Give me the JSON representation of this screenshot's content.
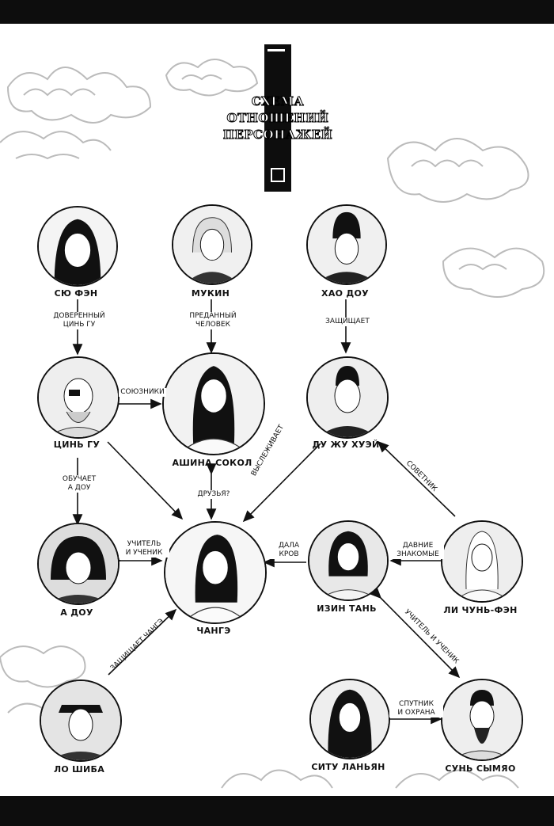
{
  "diagram": {
    "title_line1": "СХЕМА ОТНОШЕНИЙ",
    "title_line2": "ПЕРСОНАЖЕЙ",
    "characters": {
      "xu_feng": "СЮ ФЭН",
      "mukin": "МУКИН",
      "hao_dou": "ХАО ДОУ",
      "qin_gu": "ЦИНЬ ГУ",
      "ashina": "АШИНА СОКОЛ",
      "du_ruhui": "ДУ ЖУ ХУЭЙ",
      "a_dou": "А ДОУ",
      "changge": "ЧАНГЭ",
      "jin_tan": "ИЗИН ТАНЬ",
      "li_chunfeng": "ЛИ ЧУНЬ-ФЭН",
      "lo_shiba": "ЛО ШИБА",
      "situ_lanyan": "СИТУ ЛАНЬЯН",
      "sun_simiao": "СУНЬ СЫМЯО"
    },
    "relations": {
      "xu_to_qin": [
        "ДОВЕРЕННЫЙ",
        "ЦИНЬ ГУ"
      ],
      "mukin_to_ashina": [
        "ПРЕДАННЫЙ",
        "ЧЕЛОВЕК"
      ],
      "hao_to_du": "ЗАЩИЩАЕТ",
      "qin_ashina": "СОЮЗНИКИ",
      "qin_to_adou": [
        "ОБУЧАЕТ",
        "А ДОУ"
      ],
      "ashina_changge": "ДРУЗЬЯ?",
      "spies": "ВЫСЛЕЖИВАЕТ",
      "advisor": "СОВЕТНИК",
      "teacher_student": [
        "УЧИТЕЛЬ",
        "И УЧЕНИК"
      ],
      "gave_blood": [
        "ДАЛА",
        "КРОВ"
      ],
      "old_friends": [
        "ДАВНИЕ",
        "ЗНАКОМЫЕ"
      ],
      "protects_changge": "ЗАЩИЩАЕТ ЧАНГЭ",
      "teacher_student_diag": "УЧИТЕЛЬ И УЧЕНИК",
      "companion": [
        "СПУТНИК",
        "И ОХРАНА"
      ]
    }
  }
}
